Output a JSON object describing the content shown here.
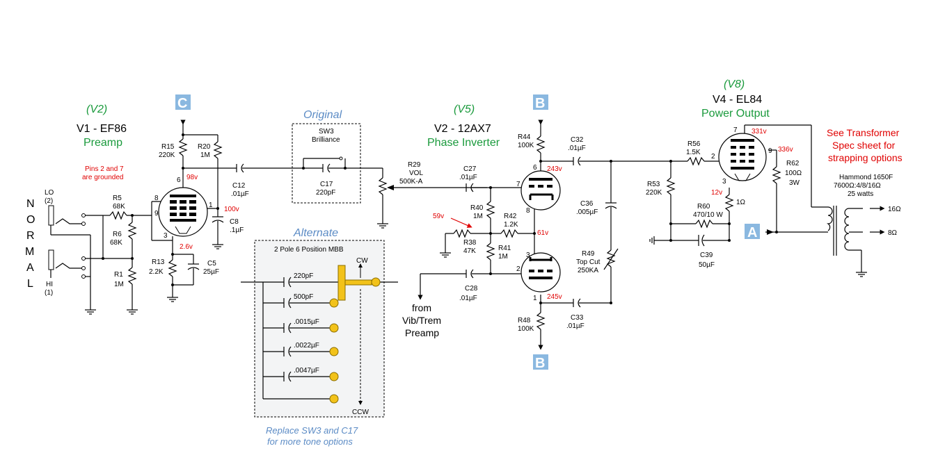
{
  "colors": {
    "green": "#1a9a3c",
    "red": "#e00000",
    "blue_box": "#8ab8e0",
    "italic_blue": "#5b8bc5",
    "gold": "#f2c21a",
    "panel": "#f3f4f5"
  },
  "input": {
    "normal_letters": [
      "N",
      "O",
      "R",
      "M",
      "A",
      "L"
    ],
    "lo_label": "LO",
    "lo_pin": "(2)",
    "hi_label": "HI",
    "hi_pin": "(1)"
  },
  "v1": {
    "ref": "(V2)",
    "name": "V1 - EF86",
    "role": "Preamp",
    "note_line1": "Pins 2 and 7",
    "note_line2": "are grounded",
    "pins": {
      "p6": "6",
      "p8": "8",
      "p9": "9",
      "p1": "1",
      "p3": "3"
    },
    "v_plate": "98v",
    "v_g2": "100v",
    "v_cath": "2.6v"
  },
  "v2": {
    "ref": "(V5)",
    "name": "V2 - 12AX7",
    "role": "Phase Inverter",
    "pins": {
      "p6": "6",
      "p7": "7",
      "p8": "8",
      "p3": "3",
      "p2": "2",
      "p1": "1"
    },
    "v_top_plate": "243v",
    "v_cath": "61v",
    "v_bot_plate": "245v",
    "v_grid": "59v"
  },
  "v4": {
    "ref": "(V8)",
    "name": "V4 - EL84",
    "role": "Power Output",
    "pins": {
      "p7": "7",
      "p2": "2",
      "p9": "9",
      "p3": "3"
    },
    "v_plate": "331v",
    "v_screen": "336v",
    "v_cath": "12v"
  },
  "markers": {
    "C": "C",
    "B": "B",
    "A": "A"
  },
  "components": {
    "R5": [
      "R5",
      "68K"
    ],
    "R6": [
      "R6",
      "68K"
    ],
    "R1": [
      "R1",
      "1M"
    ],
    "R15": [
      "R15",
      "220K"
    ],
    "R20": [
      "R20",
      "1M"
    ],
    "R13": [
      "R13",
      "2.2K"
    ],
    "C5": [
      "C5",
      "25µF"
    ],
    "C8": [
      "C8",
      ".1µF"
    ],
    "C12": [
      "C12",
      ".01µF"
    ],
    "SW3": [
      "SW3",
      "Brilliance"
    ],
    "C17": [
      "C17",
      "220pF"
    ],
    "R29": [
      "R29",
      "VOL",
      "500K-A"
    ],
    "C27": [
      "C27",
      ".01µF"
    ],
    "R40": [
      "R40",
      "1M"
    ],
    "R42": [
      "R42",
      "1.2K"
    ],
    "R38": [
      "R38",
      "47K"
    ],
    "R41": [
      "R41",
      "1M"
    ],
    "C28": [
      "C28",
      ".01µF"
    ],
    "R44": [
      "R44",
      "100K"
    ],
    "R48": [
      "R48",
      "100K"
    ],
    "C32": [
      "C32",
      ".01µF"
    ],
    "C33": [
      "C33",
      ".01µF"
    ],
    "C36": [
      "C36",
      ".005µF"
    ],
    "R49": [
      "R49",
      "Top Cut",
      "250KA"
    ],
    "R56": [
      "R56",
      "1.5K"
    ],
    "R53": [
      "R53",
      "220K"
    ],
    "R60": [
      "R60",
      "470/10 W"
    ],
    "C39": [
      "C39",
      "50µF"
    ],
    "R1ohm": "1Ω",
    "R62": [
      "R62",
      "100Ω",
      "3W"
    ]
  },
  "original_label": "Original",
  "alternate": {
    "title": "Alternate",
    "switch": "2 Pole 6 Position MBB",
    "caps": [
      "220pF",
      "500pF",
      ".0015µF",
      ".0022µF",
      ".0047µF"
    ],
    "cw": "CW",
    "ccw": "CCW",
    "note_line1": "Replace SW3 and C17",
    "note_line2": "for more tone options"
  },
  "vib_input": [
    "from",
    "Vib/Trem",
    "Preamp"
  ],
  "transformer": {
    "model": "Hammond 1650F",
    "imp": "7600Ω:4/8/16Ω",
    "power": "25 watts",
    "tap16": "16Ω",
    "tap8": "8Ω"
  },
  "note_red": [
    "See Transformer",
    "Spec sheet for",
    "strapping options"
  ]
}
